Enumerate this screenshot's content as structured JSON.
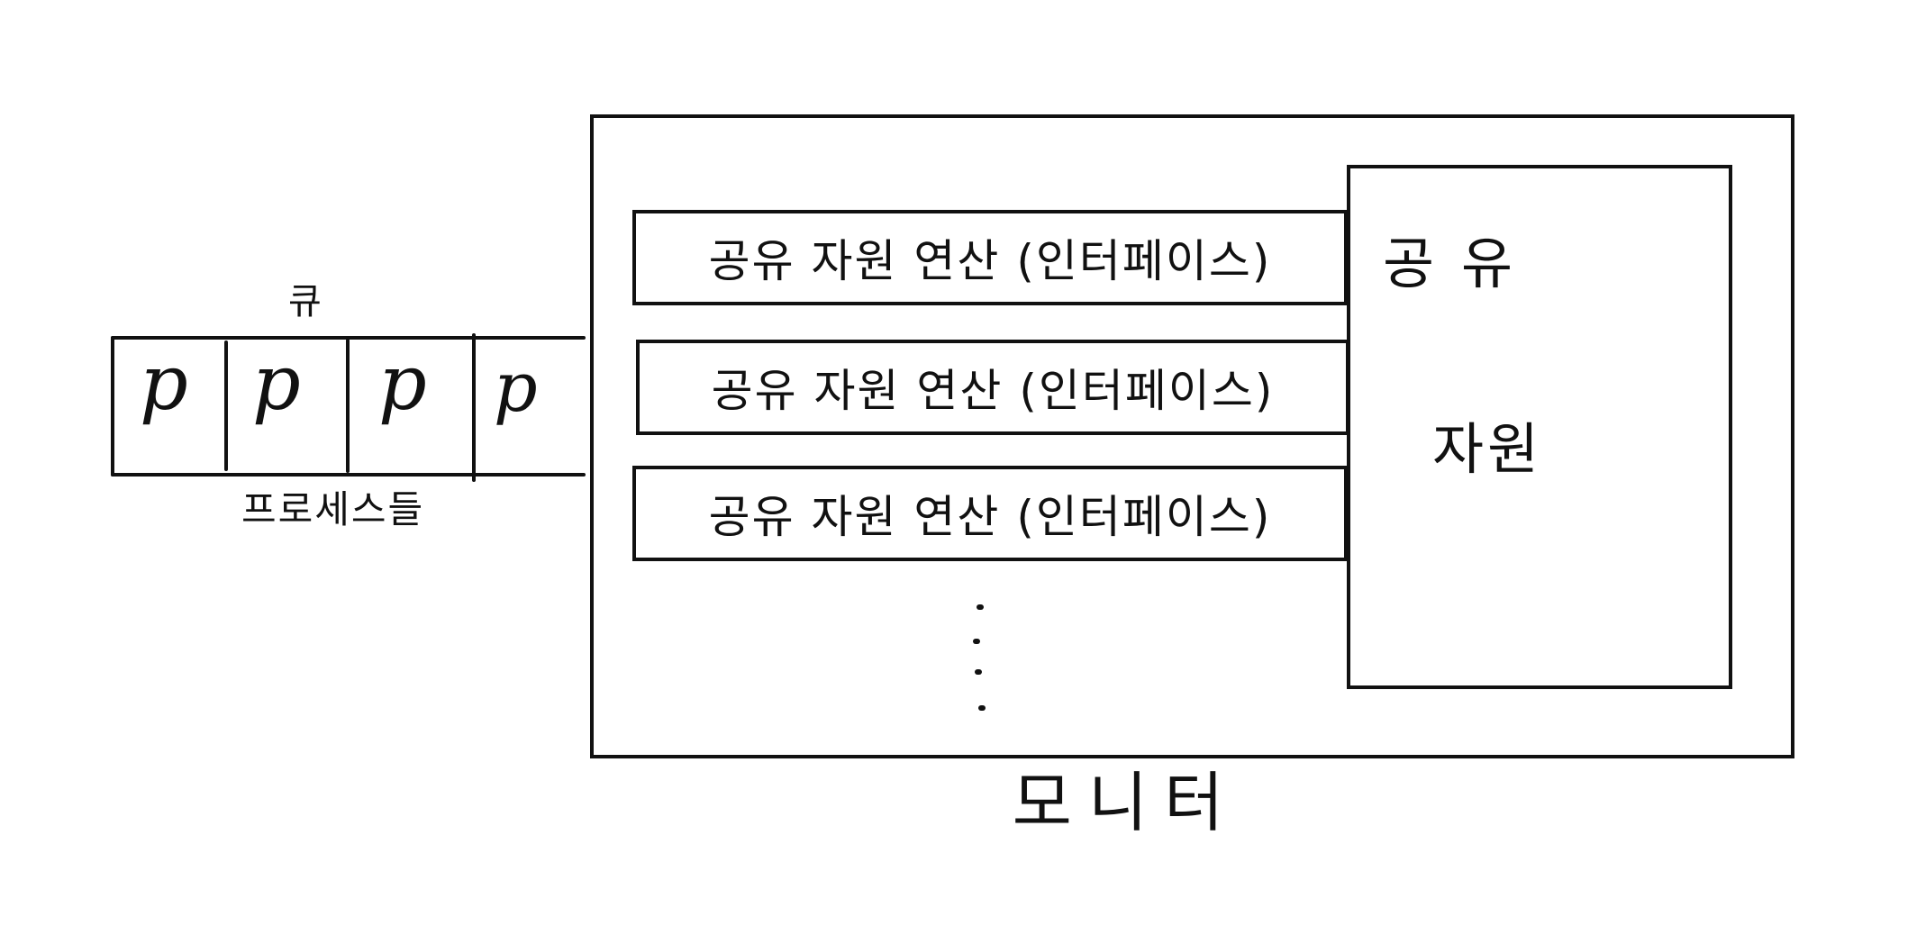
{
  "queue": {
    "label": "큐",
    "caption": "프로세스들",
    "processes": [
      "p",
      "p",
      "p",
      "p"
    ]
  },
  "monitor": {
    "label": "모니터",
    "operations": [
      "공유 자원 연산 (인터페이스)",
      "공유 자원 연산 (인터페이스)",
      "공유 자원 연산 (인터페이스)"
    ],
    "shared_resource": {
      "line1": "공유",
      "line2": "자원"
    }
  },
  "colors": {
    "ink": "#111111",
    "background": "#ffffff"
  }
}
